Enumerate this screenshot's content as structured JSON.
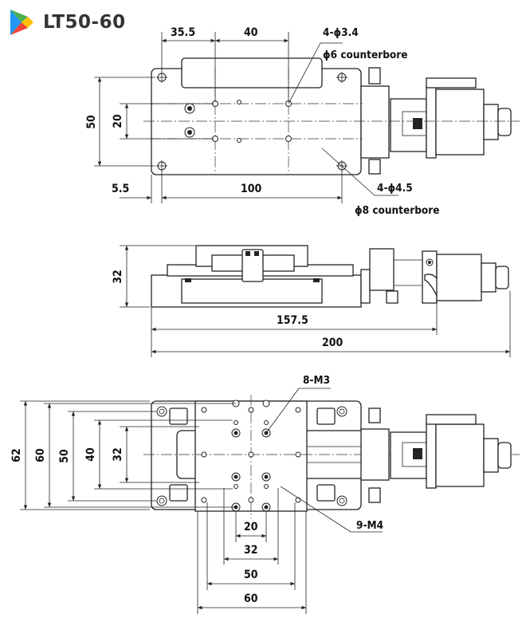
{
  "header": {
    "title": "LT50-60",
    "logo_icon": "play-store-logo"
  },
  "top_view": {
    "dim_35_5": "35.5",
    "dim_40": "40",
    "dim_50": "50",
    "dim_20": "20",
    "dim_5_5": "5.5",
    "dim_100": "100",
    "note_holes_small_1": "4-ϕ3.4",
    "note_holes_small_2": "ϕ6 counterbore",
    "note_holes_large_1": "4-ϕ4.5",
    "note_holes_large_2": "ϕ8 counterbore"
  },
  "side_view": {
    "dim_32": "32",
    "dim_157_5": "157.5",
    "dim_200": "200"
  },
  "front_view": {
    "dim_62": "62",
    "dim_60": "60",
    "dim_50": "50",
    "dim_40": "40",
    "dim_32": "32",
    "note_8m3": "8-M3",
    "note_9m4": "9-M4",
    "dim_b20": "20",
    "dim_b32": "32",
    "dim_b50": "50",
    "dim_b60": "60"
  }
}
